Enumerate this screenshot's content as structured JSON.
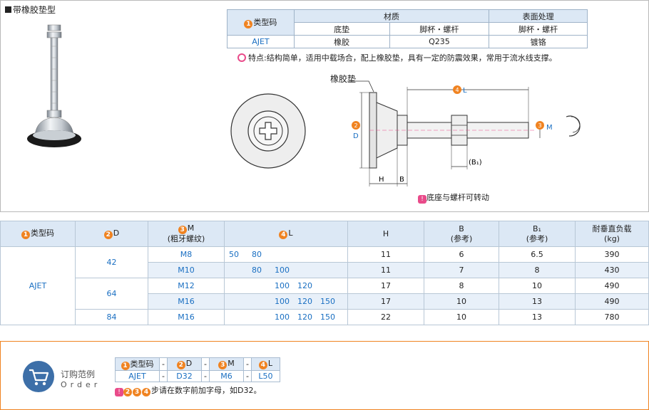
{
  "section_title": "带橡胶垫型",
  "spec_table": {
    "type_code_header": "类型码",
    "material_header": "材质",
    "surface_header": "表面处理",
    "sub_headers": [
      "底垫",
      "脚杯・螺杆",
      "脚杯・螺杆"
    ],
    "row": {
      "code": "AJET",
      "base": "橡胶",
      "cup_bolt": "Q235",
      "surface": "镀铬"
    }
  },
  "feature_note": "特点:结构简单，适用中载场合，配上橡胶垫，具有一定的防震效果，常用于流水线支撑。",
  "rubber_label": "橡胶垫",
  "drawing": {
    "L": "L",
    "D": "D",
    "M": "M",
    "H": "H",
    "B": "B",
    "B1": "(B₁)"
  },
  "rotate_note": "底座与螺杆可转动",
  "main_table": {
    "headers": {
      "type_code": "类型码",
      "d": "D",
      "m_line1": "M",
      "m_line2": "(粗牙螺纹)",
      "l": "L",
      "h": "H",
      "b_line1": "B",
      "b_line2": "(参考)",
      "b1_line1": "B₁",
      "b1_line2": "(参考)",
      "load_line1": "耐垂直负载",
      "load_line2": "(kg)"
    },
    "type_code": "AJET",
    "rows": [
      {
        "d": "42",
        "m": "M8",
        "l": [
          "50",
          "80"
        ],
        "h": "11",
        "b": "6",
        "b1": "6.5",
        "load": "390"
      },
      {
        "d": "",
        "m": "M10",
        "l": [
          "80",
          "100"
        ],
        "h": "11",
        "b": "7",
        "b1": "8",
        "load": "430"
      },
      {
        "d": "64",
        "m": "M12",
        "l": [
          "100",
          "120"
        ],
        "h": "17",
        "b": "8",
        "b1": "10",
        "load": "490"
      },
      {
        "d": "",
        "m": "M16",
        "l": [
          "100",
          "120",
          "150"
        ],
        "h": "17",
        "b": "10",
        "b1": "13",
        "load": "490"
      },
      {
        "d": "84",
        "m": "M16",
        "l": [
          "100",
          "120",
          "150"
        ],
        "h": "22",
        "b": "10",
        "b1": "13",
        "load": "780"
      }
    ]
  },
  "order": {
    "title": "订购范例",
    "subtitle": "Order",
    "headers": [
      "类型码",
      "D",
      "M",
      "L"
    ],
    "values": [
      "AJET",
      "D32",
      "M6",
      "L50"
    ],
    "sep": "-",
    "note": "步请在数字前加字母，如D32。"
  },
  "colors": {
    "accent": "#f08321",
    "pink": "#e94b8a",
    "blue": "#1a6fc2",
    "header_bg": "#dce8f5"
  }
}
